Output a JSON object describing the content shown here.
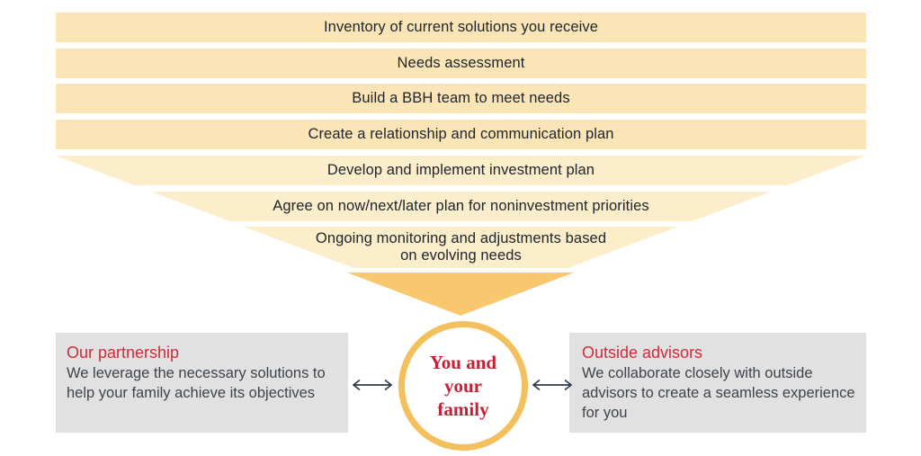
{
  "diagram": {
    "funnel": {
      "steps": [
        {
          "label": "Inventory of current solutions you receive"
        },
        {
          "label": "Needs assessment"
        },
        {
          "label": "Build a BBH team to meet needs"
        },
        {
          "label": "Create a relationship and communication plan"
        },
        {
          "label": "Develop and implement investment plan"
        },
        {
          "label": "Agree on now/next/later plan for noninvestment priorities"
        },
        {
          "label": "Ongoing monitoring and adjustments based",
          "label_line2": "on evolving needs"
        }
      ]
    },
    "center_circle": {
      "line1": "You and",
      "line2": "your",
      "line3": "family"
    },
    "left_box": {
      "title": "Our partnership",
      "body": "We leverage the necessary solutions to help your family achieve its objectives"
    },
    "right_box": {
      "title": "Outside advisors",
      "body": "We collaborate closely with outside advisors to create a seamless experience for you"
    }
  },
  "colors": {
    "band-fill": "#fbe5b6",
    "funnel-fill": "#fcedcb",
    "tip-fill": "#f9c76d",
    "circle-border": "#f4c05e",
    "brand-red": "#d22b3a",
    "circle-red": "#c32136",
    "band-text": "#20262d",
    "body-text": "#3d434b",
    "arrow-color": "#2d3a4a",
    "box-gray": "#e1e1e1"
  }
}
